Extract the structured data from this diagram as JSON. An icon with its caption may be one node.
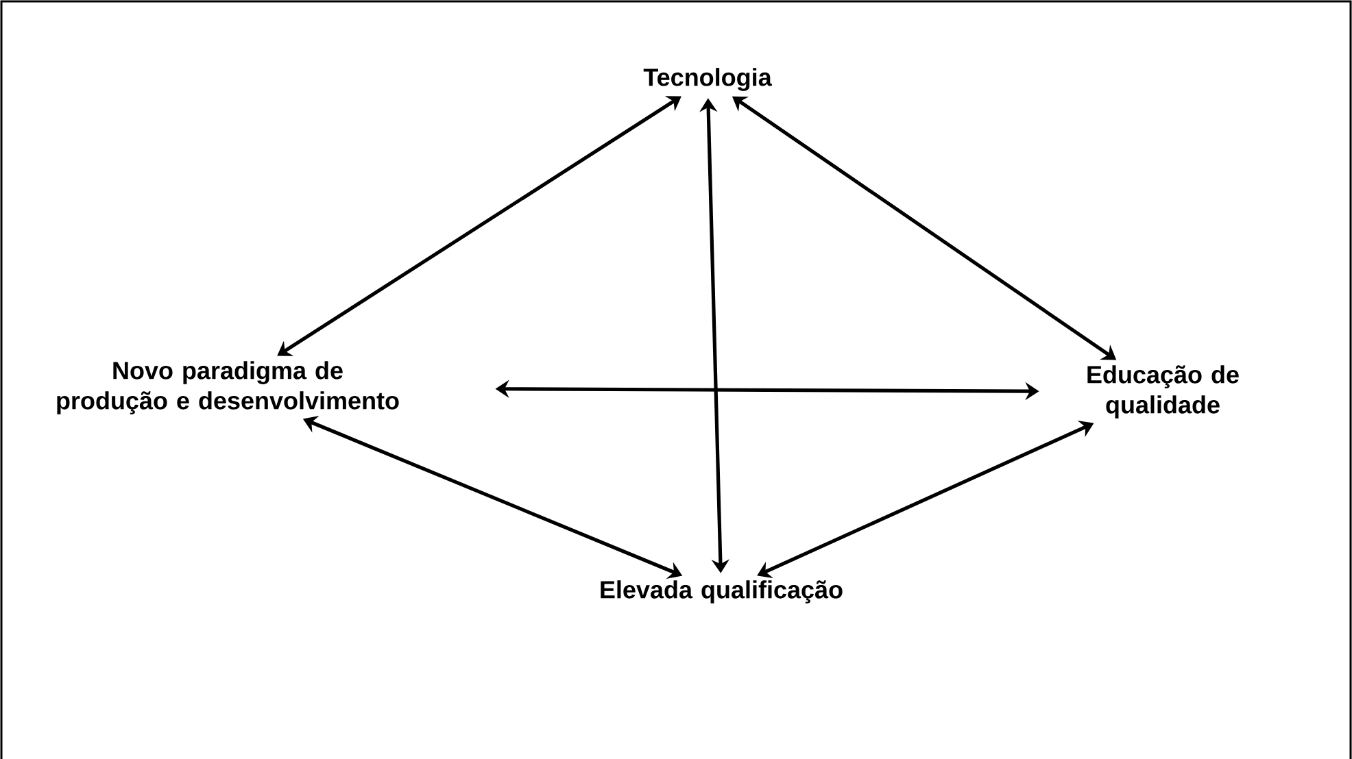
{
  "diagram": {
    "nodes": [
      {
        "text": [
          "Tecnologia"
        ]
      },
      {
        "text": [
          "Novo paradigma de produção e desenvolvimento"
        ]
      },
      {
        "text": [
          "Educação de qualidade"
        ]
      },
      {
        "text": [
          "Elevada qualificação"
        ]
      }
    ],
    "edges": [
      {
        "from": 0,
        "to": 3,
        "arrow": "both"
      },
      {
        "from": 1,
        "to": 2,
        "arrow": "both"
      },
      {
        "from": 0,
        "to": 1,
        "arrow": "both"
      },
      {
        "from": 0,
        "to": 2,
        "arrow": "both"
      },
      {
        "from": 1,
        "to": 3,
        "arrow": "both"
      },
      {
        "from": 3,
        "to": 2,
        "arrow": "both"
      }
    ]
  }
}
